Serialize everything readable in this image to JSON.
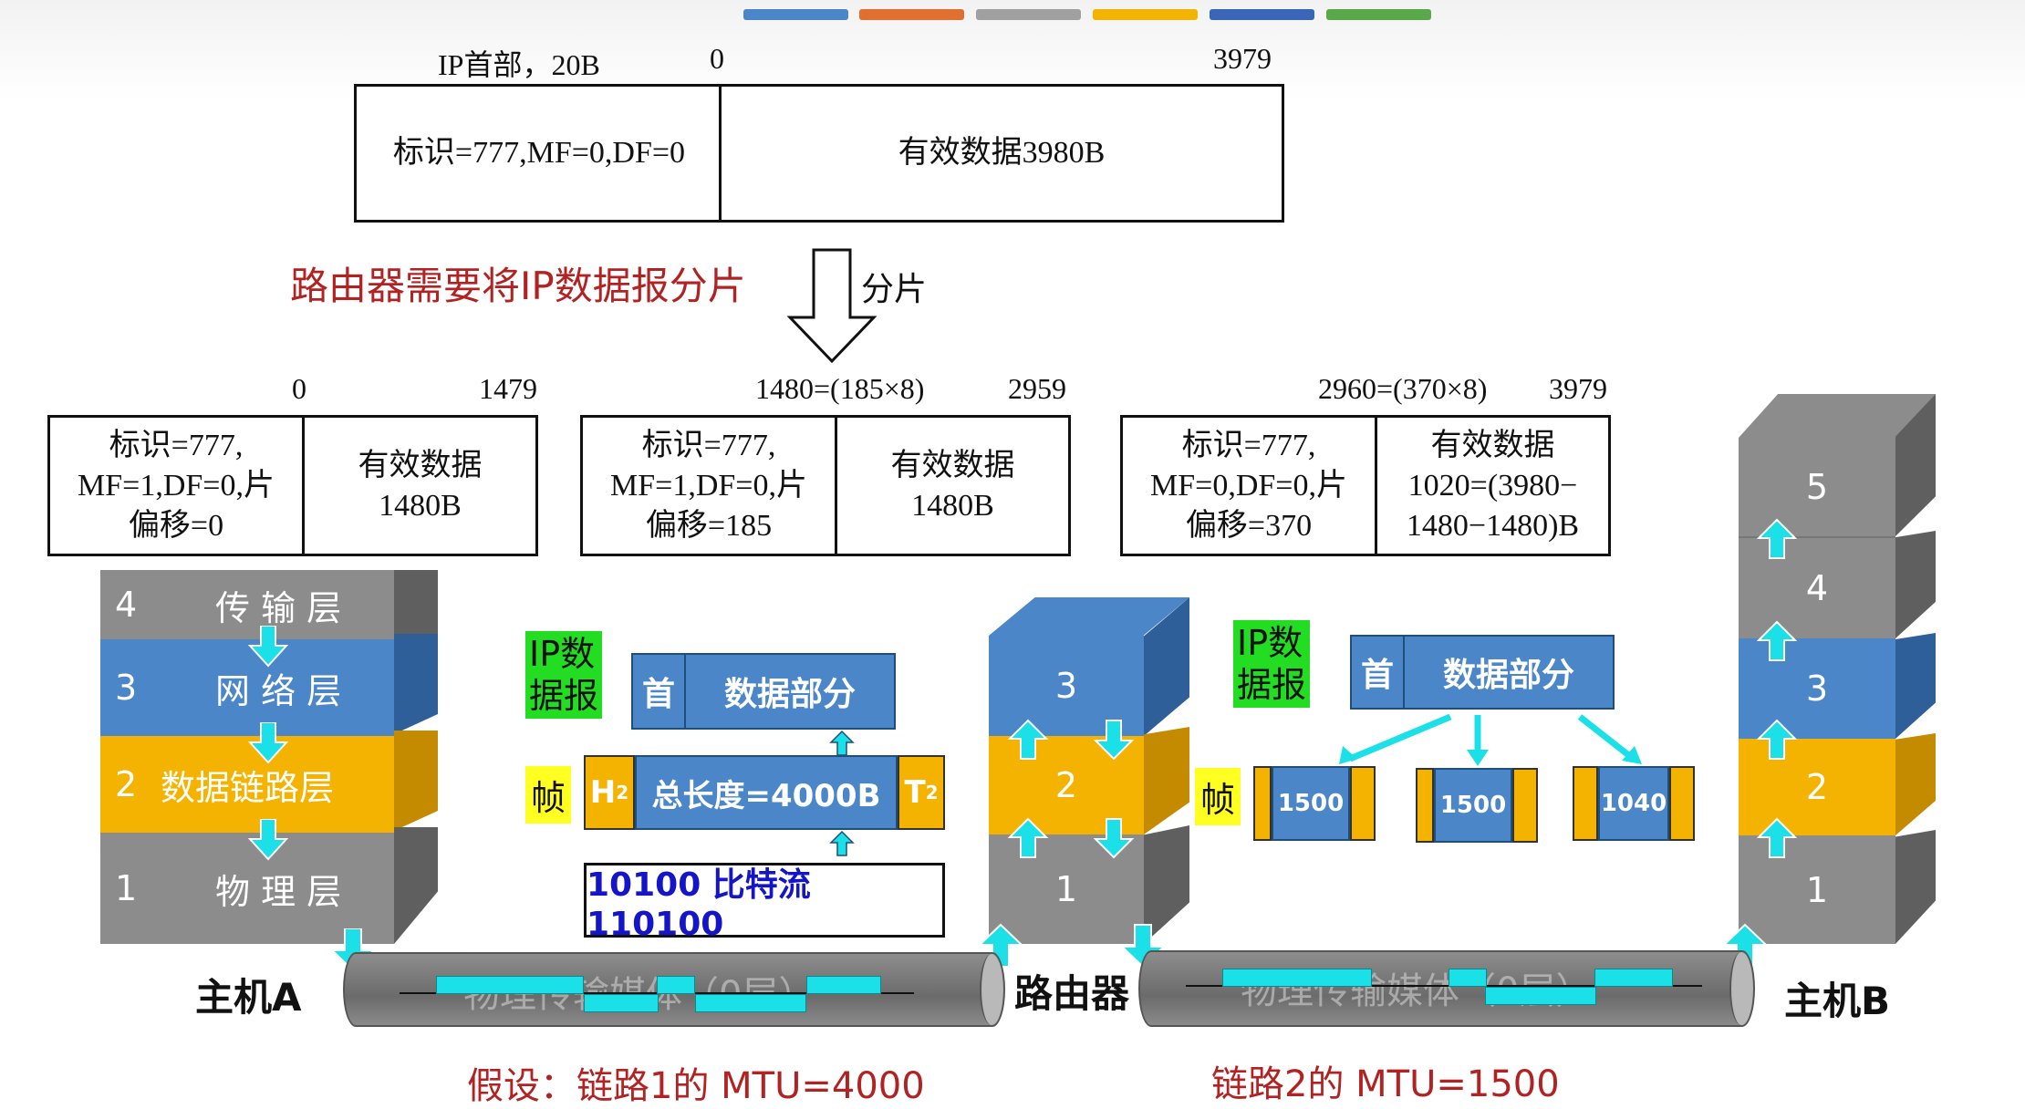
{
  "original_packet": {
    "ip_header_label": "IP首部，20B",
    "offset_start": "0",
    "offset_end": "3979",
    "header_text": "标识=777,MF=0,DF=0",
    "payload_text": "有效数据3980B"
  },
  "fragment_notice": "路由器需要将IP数据报分片",
  "fragment_arrow_label": "分片",
  "fragments": [
    {
      "start": "0",
      "end": "1479",
      "header": "标识=777,\nMF=1,DF=0,片\n偏移=0",
      "payload": "有效数据\n1480B"
    },
    {
      "start": "1480=(185×8)",
      "end": "2959",
      "header": "标识=777,\nMF=1,DF=0,片\n偏移=185",
      "payload": "有效数据\n1480B"
    },
    {
      "start": "2960=(370×8)",
      "end": "3979",
      "header": "标识=777,\nMF=0,DF=0,片\n偏移=370",
      "payload": "有效数据\n1020=(3980−\n1480−1480)B"
    }
  ],
  "host_a_layers": [
    {
      "num": "4",
      "name": "传 输 层"
    },
    {
      "num": "3",
      "name": "网 络 层"
    },
    {
      "num": "2",
      "name": "数据链路层"
    },
    {
      "num": "1",
      "name": "物 理 层"
    }
  ],
  "router_layers": [
    "3",
    "2",
    "1"
  ],
  "host_b_layers": [
    "5",
    "4",
    "3",
    "2",
    "1"
  ],
  "left_panel": {
    "ip_label": "IP数\n据报",
    "header_cell": "首",
    "data_cell": "数据部分",
    "frame_label": "帧",
    "h2": "H",
    "h2_sub": "2",
    "frame_body": "总长度=4000B",
    "t2": "T",
    "t2_sub": "2",
    "bitstream": "10100 比特流 110100"
  },
  "right_panel": {
    "ip_label": "IP数\n据报",
    "header_cell": "首",
    "data_cell": "数据部分",
    "frame_label": "帧",
    "frames": [
      "1500",
      "1500",
      "1040"
    ]
  },
  "labels": {
    "host_a": "主机A",
    "router": "路由器",
    "host_b": "主机B",
    "medium_left": "物理传输媒体（0层）",
    "medium_right": "物理传输媒体（0层）",
    "mtu_left": "假设：链路1的 MTU=4000",
    "mtu_right": "链路2的 MTU=1500"
  },
  "colors": {
    "top_bar": [
      "#4a86c8",
      "#e07030",
      "#a0a0a0",
      "#f5b301",
      "#3a66b8",
      "#5aa84a"
    ],
    "accent_red": "#b22222",
    "arrow_cyan": "#1ce0e8"
  }
}
